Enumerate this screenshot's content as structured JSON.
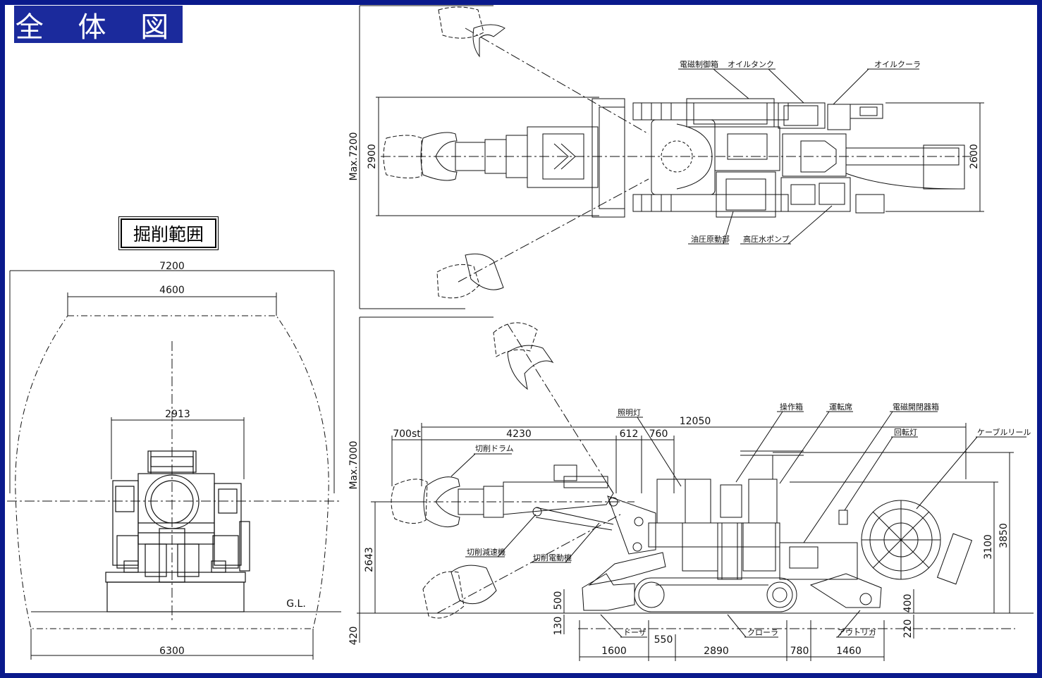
{
  "title": "全 体 図",
  "excavation_range": {
    "label": "掘削範囲",
    "dims": {
      "outer": "7200",
      "inner": "4600",
      "machine_width": "2913",
      "bottom": "6300"
    },
    "gl_label": "G.L."
  },
  "plan_view": {
    "dims": {
      "max_width": "Max.7200",
      "body_width": "2900",
      "tail_width": "2600"
    },
    "callouts": {
      "control_box": "電磁制御箱",
      "oil_tank": "オイルタンク",
      "oil_cooler": "オイルクーラ",
      "hydraulic_unit": "油圧原動部",
      "hp_water_pump": "高圧水ポンプ"
    }
  },
  "side_view": {
    "dims": {
      "max_height": "Max.7000",
      "stroke": "700st",
      "boom_len": "4230",
      "d612": "612",
      "d760": "760",
      "overall": "12050",
      "pivot_h": "2643",
      "h500": "500",
      "h130": "130",
      "h420": "420",
      "h3100": "3100",
      "h3850": "3850",
      "h400": "400",
      "h220": "220",
      "b1600": "1600",
      "b550": "550",
      "b2890": "2890",
      "b780": "780",
      "b1460": "1460"
    },
    "callouts": {
      "light": "照明灯",
      "cutting_drum": "切削ドラム",
      "reducer": "切削減速機",
      "motor": "切削電動機",
      "operation_box": "操作箱",
      "driver_seat": "運転席",
      "switchgear": "電磁開閉器箱",
      "rotating_light": "回転灯",
      "cable_reel": "ケーブルリール",
      "dozer": "ドーザ",
      "crawler": "クローラ",
      "outrigger": "アウトリガ"
    }
  }
}
